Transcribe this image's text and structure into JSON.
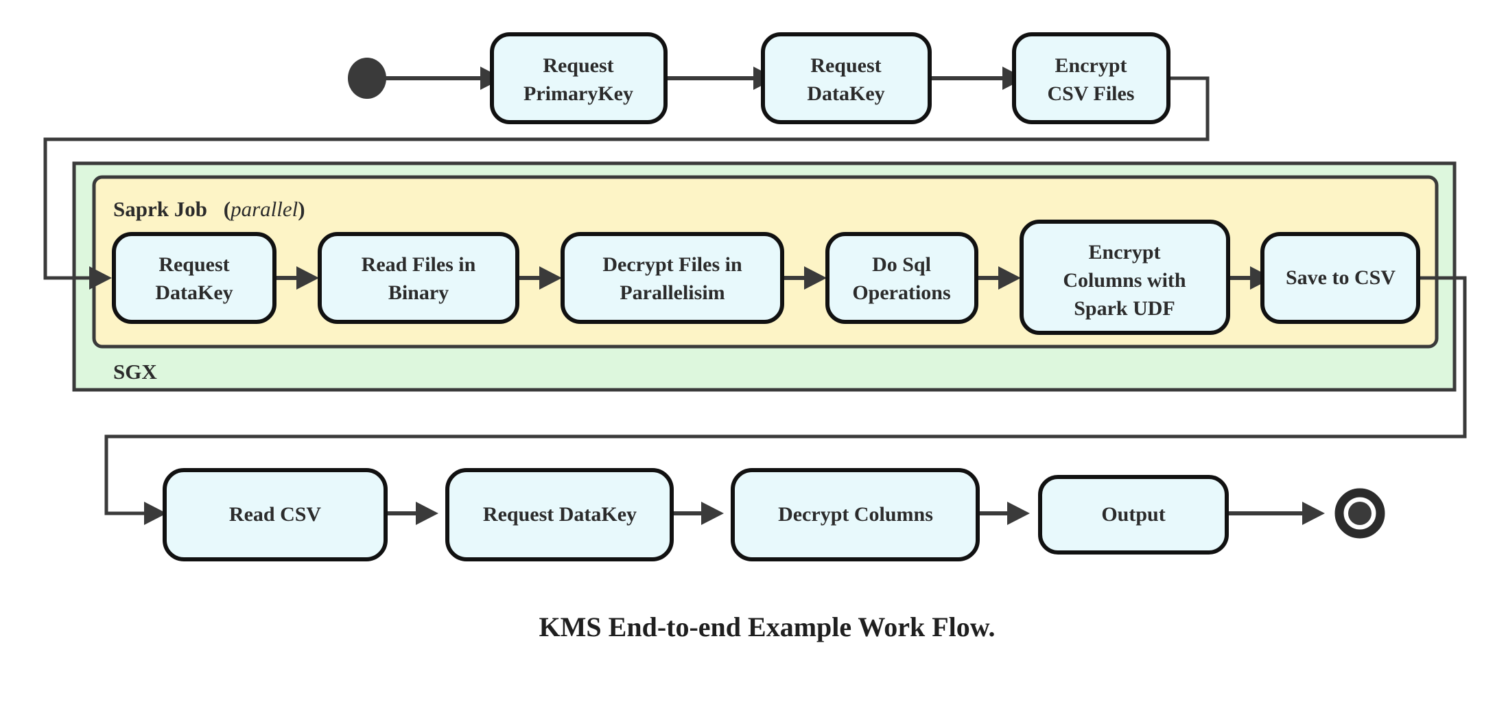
{
  "caption": "KMS End-to-end Example Work Flow.",
  "colors": {
    "node_fill": "#e8f9fc",
    "node_stroke": "#111111",
    "sgx_fill": "#ddf7dd",
    "spark_fill": "#fdf4c6",
    "edge": "#3a3a3a",
    "text": "#2b2b2b",
    "background": "#ffffff"
  },
  "groups": {
    "sgx": {
      "label": "SGX"
    },
    "spark": {
      "label": "Saprk Job",
      "note": "(parallel)",
      "note_open": "(",
      "note_word": "parallel",
      "note_close": ")"
    }
  },
  "markers": {
    "start": "start-node-filled-circle",
    "end": "end-node-bullseye"
  },
  "rows": {
    "top": {
      "nodes": [
        {
          "id": "request-primarykey",
          "lines": [
            "Request",
            "PrimaryKey"
          ]
        },
        {
          "id": "request-datakey-top",
          "lines": [
            "Request",
            "DataKey"
          ]
        },
        {
          "id": "encrypt-csv-files",
          "lines": [
            "Encrypt",
            "CSV Files"
          ]
        }
      ]
    },
    "spark": {
      "nodes": [
        {
          "id": "request-datakey-spark",
          "lines": [
            "Request",
            "DataKey"
          ]
        },
        {
          "id": "read-files-in-binary",
          "lines": [
            "Read Files in",
            "Binary"
          ]
        },
        {
          "id": "decrypt-files-in-parallelisim",
          "lines": [
            "Decrypt Files in",
            "Parallelisim"
          ]
        },
        {
          "id": "do-sql-operations",
          "lines": [
            "Do Sql",
            "Operations"
          ]
        },
        {
          "id": "encrypt-columns-with-spark-udf",
          "lines": [
            "Encrypt",
            "Columns with",
            "Spark UDF"
          ]
        },
        {
          "id": "save-to-csv",
          "lines": [
            "Save to CSV"
          ]
        }
      ]
    },
    "bottom": {
      "nodes": [
        {
          "id": "read-csv",
          "lines": [
            "Read CSV"
          ]
        },
        {
          "id": "request-datakey-bottom",
          "lines": [
            "Request DataKey"
          ]
        },
        {
          "id": "decrypt-columns",
          "lines": [
            "Decrypt Columns"
          ]
        },
        {
          "id": "output",
          "lines": [
            "Output"
          ]
        }
      ]
    }
  }
}
